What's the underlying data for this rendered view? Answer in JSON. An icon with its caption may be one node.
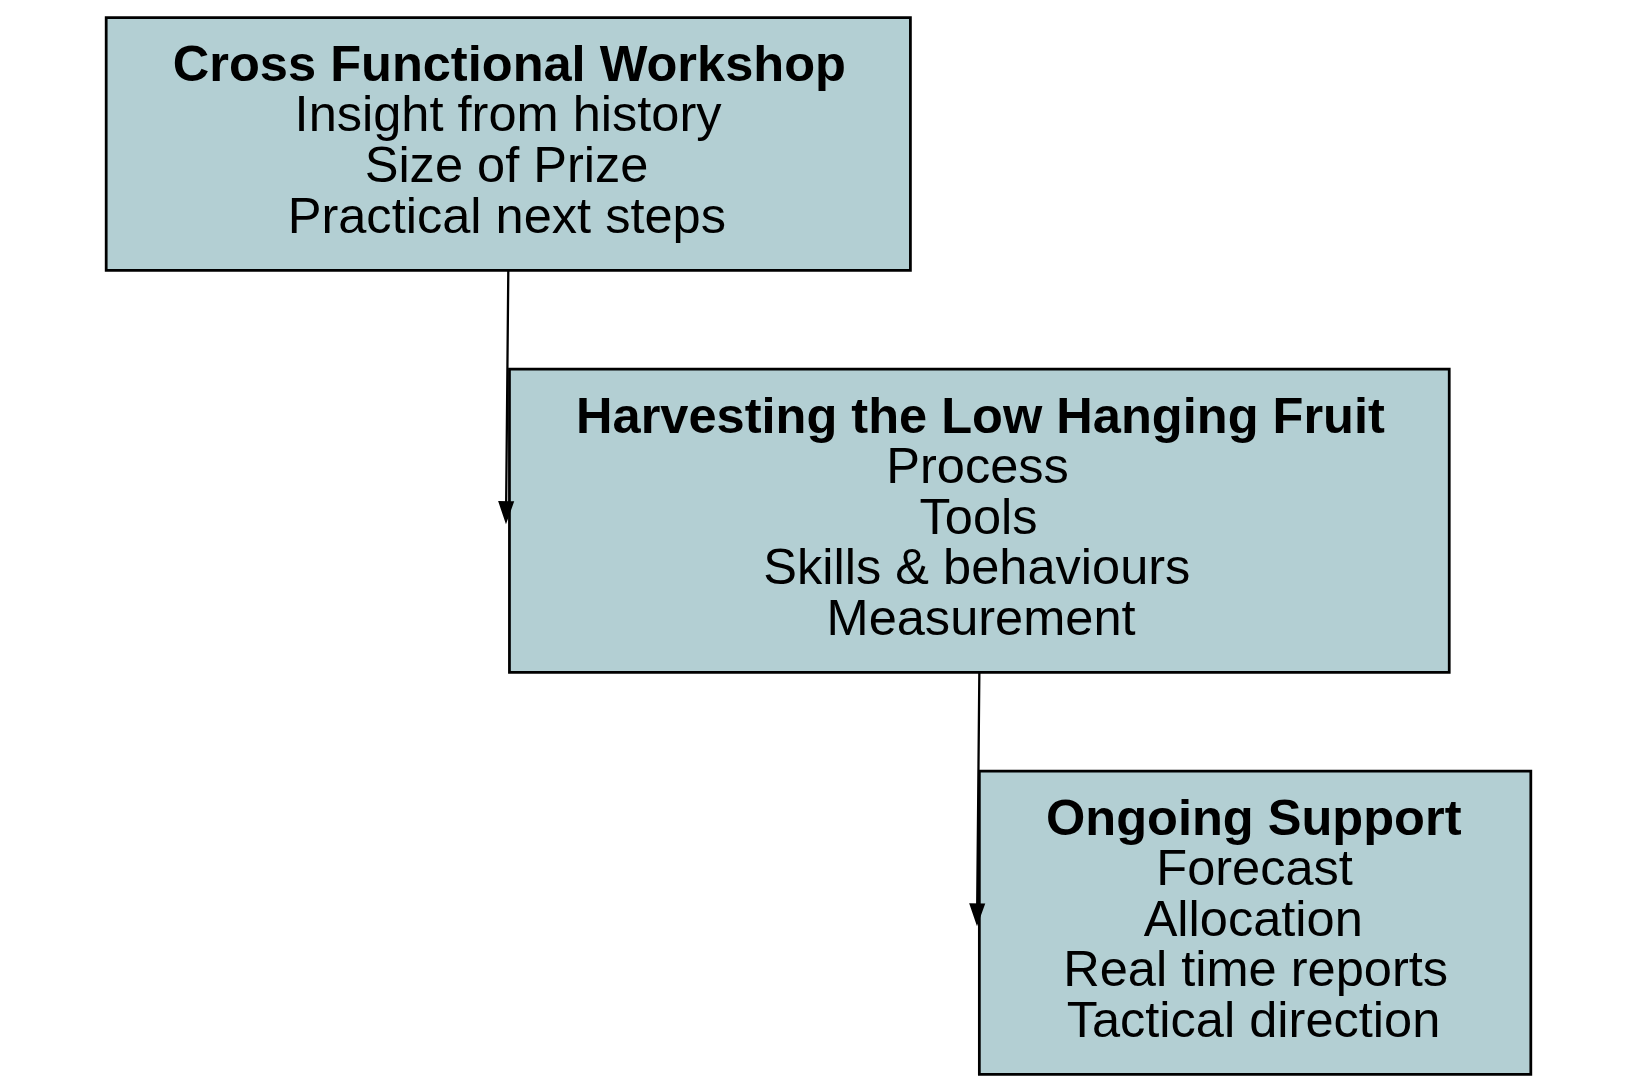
{
  "diagram": {
    "nodes": [
      {
        "text": [
          "Cross Functional Workshop",
          "Insight from history",
          "Size of Prize",
          "Practical next steps"
        ]
      },
      {
        "text": [
          "Harvesting the Low Hanging Fruit",
          "Process",
          "Tools",
          "Skills & behaviours",
          "Measurement"
        ]
      },
      {
        "text": [
          "Ongoing Support",
          "Forecast",
          "Allocation",
          "Real time reports",
          "Tactical direction"
        ]
      }
    ],
    "edges": [
      {
        "from": 0,
        "to": 1,
        "arrow": "to"
      },
      {
        "from": 1,
        "to": 2,
        "arrow": "to"
      }
    ]
  }
}
